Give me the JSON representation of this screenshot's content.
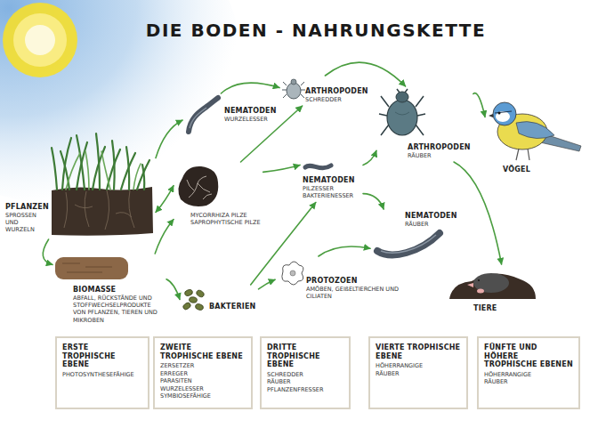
{
  "diagram": {
    "title": "DIE BODEN - NAHRUNGSKETTE",
    "nodes": [
      {
        "text": [
          "PFLANZEN",
          "SPROSSEN UND WURZELN"
        ]
      },
      {
        "text": [
          "NEMATODEN",
          "WURZELESSER"
        ]
      },
      {
        "text": [
          "ARTHROPODEN",
          "SCHREDDER"
        ]
      },
      {
        "text": [
          "ARTHROPODEN",
          "RÄUBER"
        ]
      },
      {
        "text": [
          "VÖGEL"
        ]
      },
      {
        "text": [
          "MYCORRHIZA PILZE",
          "SAPROPHYTISCHE PILZE"
        ]
      },
      {
        "text": [
          "NEMATODEN",
          "PILZESSER BAKTERIENESSER"
        ]
      },
      {
        "text": [
          "NEMATODEN",
          "RÄUBER"
        ]
      },
      {
        "text": [
          "BIOMASSE",
          "ABFALL, RÜCKSTÄNDE UND STOFFWECHSELPRODUKTE VON PFLANZEN, TIEREN UND MIKROBEN"
        ]
      },
      {
        "text": [
          "BAKTERIEN"
        ]
      },
      {
        "text": [
          "PROTOZOEN",
          "AMÖBEN, GEIßELTIERCHEN UND CILIATEN"
        ]
      },
      {
        "text": [
          "TIERE"
        ]
      },
      {
        "text": [
          "ERSTE TROPHISCHE EBENE",
          "PHOTOSYNTHESEFÄHIGE"
        ]
      },
      {
        "text": [
          "ZWEITE TROPHISCHE EBENE",
          "ZERSETZER ERREGER PARASITEN WURZELESSER SYMBIOSEFÄHIGE"
        ]
      },
      {
        "text": [
          "DRITTE TROPHISCHE EBENE",
          "SCHREDDER RÄUBER PFLANZENFRESSER"
        ]
      },
      {
        "text": [
          "VIERTE TROPHISCHE EBENE",
          "HÖHERRANGIGE RÄUBER"
        ]
      },
      {
        "text": [
          "FÜNFTE UND HÖHERE TROPHISCHE EBENEN",
          "HÖHERRANGIGE RÄUBER"
        ]
      }
    ],
    "edges": [
      {
        "from": 0,
        "to": 1,
        "arrow": "to"
      },
      {
        "from": 0,
        "to": 5,
        "arrow": "both"
      },
      {
        "from": 0,
        "to": 8,
        "arrow": "to"
      },
      {
        "from": 8,
        "to": 5,
        "arrow": "to"
      },
      {
        "from": 8,
        "to": 9,
        "arrow": "to"
      },
      {
        "from": 9,
        "to": 10,
        "arrow": "to"
      },
      {
        "from": 9,
        "to": 6,
        "arrow": "to"
      },
      {
        "from": 5,
        "to": 2,
        "arrow": "to"
      },
      {
        "from": 5,
        "to": 6,
        "arrow": "to"
      },
      {
        "from": 1,
        "to": 2,
        "arrow": "to"
      },
      {
        "from": 2,
        "to": 3,
        "arrow": "to"
      },
      {
        "from": 6,
        "to": 3,
        "arrow": "to"
      },
      {
        "from": 6,
        "to": 7,
        "arrow": "to"
      },
      {
        "from": 10,
        "to": 7,
        "arrow": "to"
      },
      {
        "from": 3,
        "to": 4,
        "arrow": "to"
      },
      {
        "from": 3,
        "to": 11,
        "arrow": "to"
      }
    ]
  }
}
